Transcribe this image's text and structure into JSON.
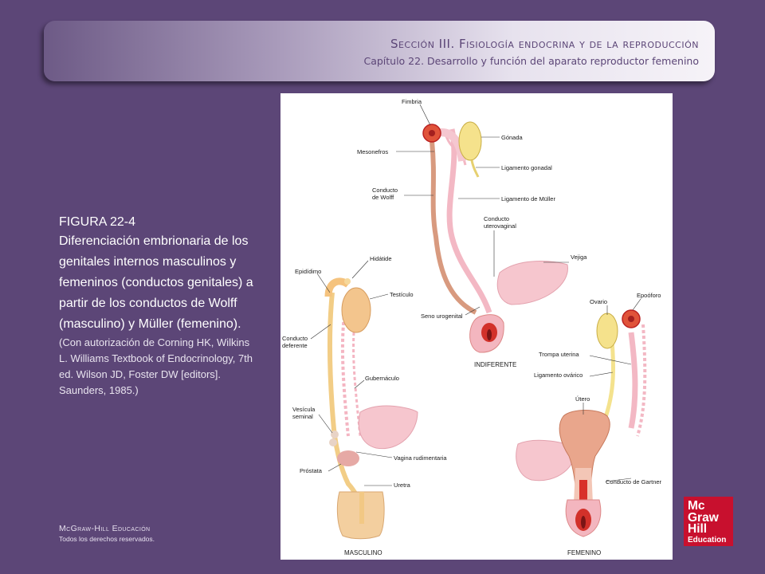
{
  "header": {
    "section": "Sección III. Fisiología endocrina y de la reproducción",
    "chapter": "Capítulo 22. Desarrollo y función del aparato reproductor femenino"
  },
  "caption": {
    "figure_number": "FIGURA 22-4",
    "description": "Diferenciación embrionaria de los genitales internos masculinos y femeninos (conductos genitales) a partir de los conductos de Wolff (masculino) y Müller (femenino).",
    "credit": "(Con autorización de Corning HK, Wilkins L. Williams Textbook of Endocrinology, 7th ed. Wilson JD, Foster DW [editors]. Saunders, 1985.)"
  },
  "diagram": {
    "indifferent": {
      "title": "INDIFERENTE",
      "labels": {
        "fimbria": "Fimbria",
        "gonada": "Gónada",
        "mesonefros": "Mesonefros",
        "ligamento_gonadal": "Ligamento gonadal",
        "conducto_wolff_1": "Conducto",
        "conducto_wolff_2": "de Wolff",
        "ligamento_muller": "Ligamento de Müller",
        "conducto_uv_1": "Conducto",
        "conducto_uv_2": "uterovaginal",
        "vejiga": "Vejiga",
        "seno_urogenital": "Seno urogenital"
      }
    },
    "male": {
      "title": "MASCULINO",
      "labels": {
        "hidatide": "Hidátide",
        "epididimo": "Epidídimo",
        "testiculo": "Testículo",
        "conducto_def_1": "Conducto",
        "conducto_def_2": "deferente",
        "gubernaculo": "Gubernáculo",
        "vesicula_1": "Vesícula",
        "vesicula_2": "seminal",
        "vagina_rud": "Vagina rudimentaria",
        "prostata": "Próstata",
        "uretra": "Uretra"
      }
    },
    "female": {
      "title": "FEMENINO",
      "labels": {
        "ovario": "Ovario",
        "epooforo": "Epoóforo",
        "trompa": "Trompa uterina",
        "lig_ovarico": "Ligamento ovárico",
        "utero": "Útero",
        "gartner": "Conducto de Gartner"
      }
    }
  },
  "footer": {
    "publisher": "McGraw-Hill Educación",
    "rights": "Todos los derechos reservados."
  },
  "logo": {
    "line1": "Mc",
    "line2": "Graw",
    "line3": "Hill",
    "line4": "Education"
  }
}
